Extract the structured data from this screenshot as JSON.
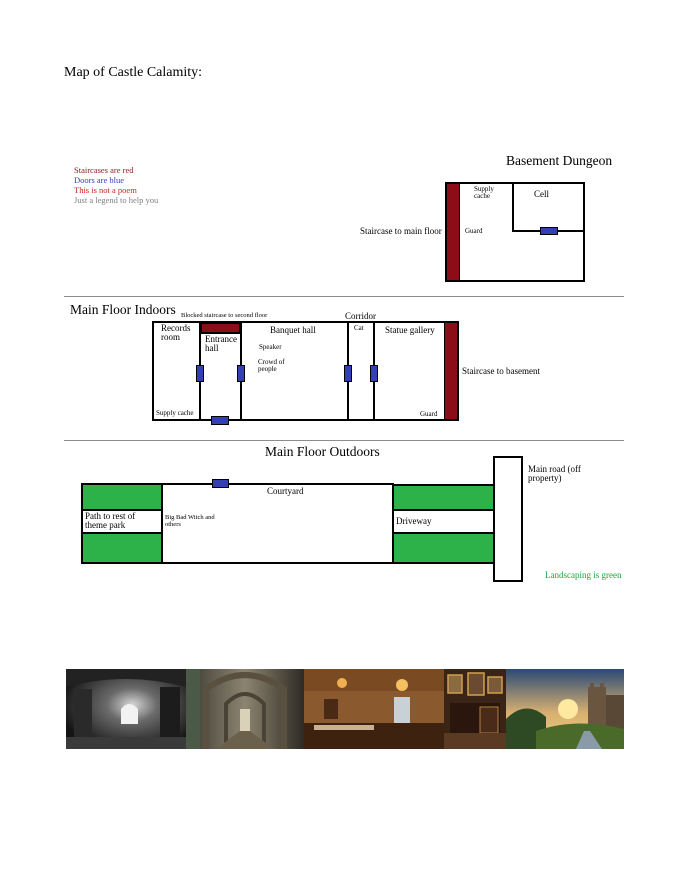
{
  "title": "Map of Castle Calamity:",
  "legend": {
    "staircases": "Staircases are red",
    "doors": "Doors are blue",
    "not_poem": "This is not a poem",
    "help": "Just a legend to help you",
    "landscaping": "Landscaping is green"
  },
  "colors": {
    "staircase": "#8b0d18",
    "door": "#3340b4",
    "landscaping": "#2db24a",
    "legend_red": "#8b1a1a",
    "legend_blue": "#3a3ab8",
    "legend_bright_red": "#d42020",
    "legend_gray": "#808080",
    "legend_green": "#22a33a"
  },
  "basement": {
    "heading": "Basement Dungeon",
    "supply_cache": "Supply cache",
    "cell": "Cell",
    "guard": "Guard",
    "staircase_label": "Staircase to main floor"
  },
  "indoors": {
    "heading": "Main Floor Indoors",
    "blocked_staircase": "Blocked staircase to second floor",
    "corridor": "Corridor",
    "records_room": "Records room",
    "entrance_hall": "Entrance hall",
    "banquet_hall": "Banquet hall",
    "speaker": "Speaker",
    "crowd": "Crowd of people",
    "cat": "Cat",
    "statue_gallery": "Statue gallery",
    "supply_cache": "Supply cache",
    "guard": "Guard",
    "staircase_label": "Staircase to basement"
  },
  "outdoors": {
    "heading": "Main Floor Outdoors",
    "courtyard": "Courtyard",
    "path": "Path to rest of theme park",
    "witch": "Big Bad Witch and others",
    "driveway": "Driveway",
    "main_road": "Main road (off property)"
  },
  "photos": [
    {
      "name": "dark stone archway interior"
    },
    {
      "name": "gothic cloister corridor"
    },
    {
      "name": "banquet hall with chandeliers"
    },
    {
      "name": "ornate gallery with portraits"
    },
    {
      "name": "castle exterior at sunset"
    }
  ]
}
